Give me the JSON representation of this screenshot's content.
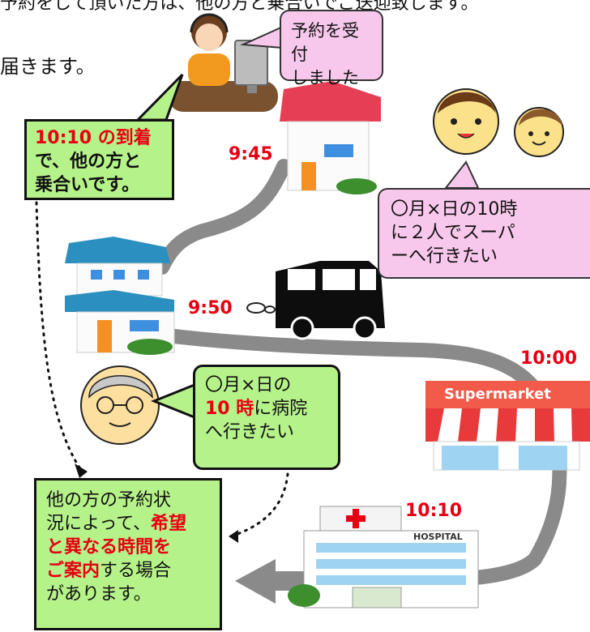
{
  "intro": {
    "line1": "予約をして頂いた方は、他の方と乗合いでご送迎致します。",
    "line2": "届きます。"
  },
  "operator_bubble": {
    "line1": "予約を受付",
    "line2": "しました"
  },
  "shared_ride_note": {
    "line1_red": "10:10 の到着",
    "line2": "で、他の方と",
    "line3": "乗合いです。"
  },
  "family_bubble": {
    "line1": "〇月×日の10時",
    "line2": "に２人でスーパ",
    "line3": "ーへ行きたい"
  },
  "elder_bubble": {
    "line1": "〇月×日の",
    "line2_red": "10 時",
    "line2_rest": "に病院",
    "line3": "へ行きたい"
  },
  "notice": {
    "line1": "他の方の予約状",
    "line2_pre": "況によって、",
    "line2_red": "希望",
    "line3_red": "と異なる時間を",
    "line4_red": "ご案内",
    "line4_rest": "する場合",
    "line5": "があります。"
  },
  "times": {
    "t1": "9:45",
    "t2": "9:50",
    "t3": "10:00",
    "t4": "10:10"
  },
  "signs": {
    "supermarket": "Supermarket",
    "hospital": "HOSPITAL"
  },
  "colors": {
    "route": "#8a8a8a",
    "green_box": "#b6f28a",
    "pink_box": "#f8c8ec",
    "accent_red": "#e60012"
  }
}
